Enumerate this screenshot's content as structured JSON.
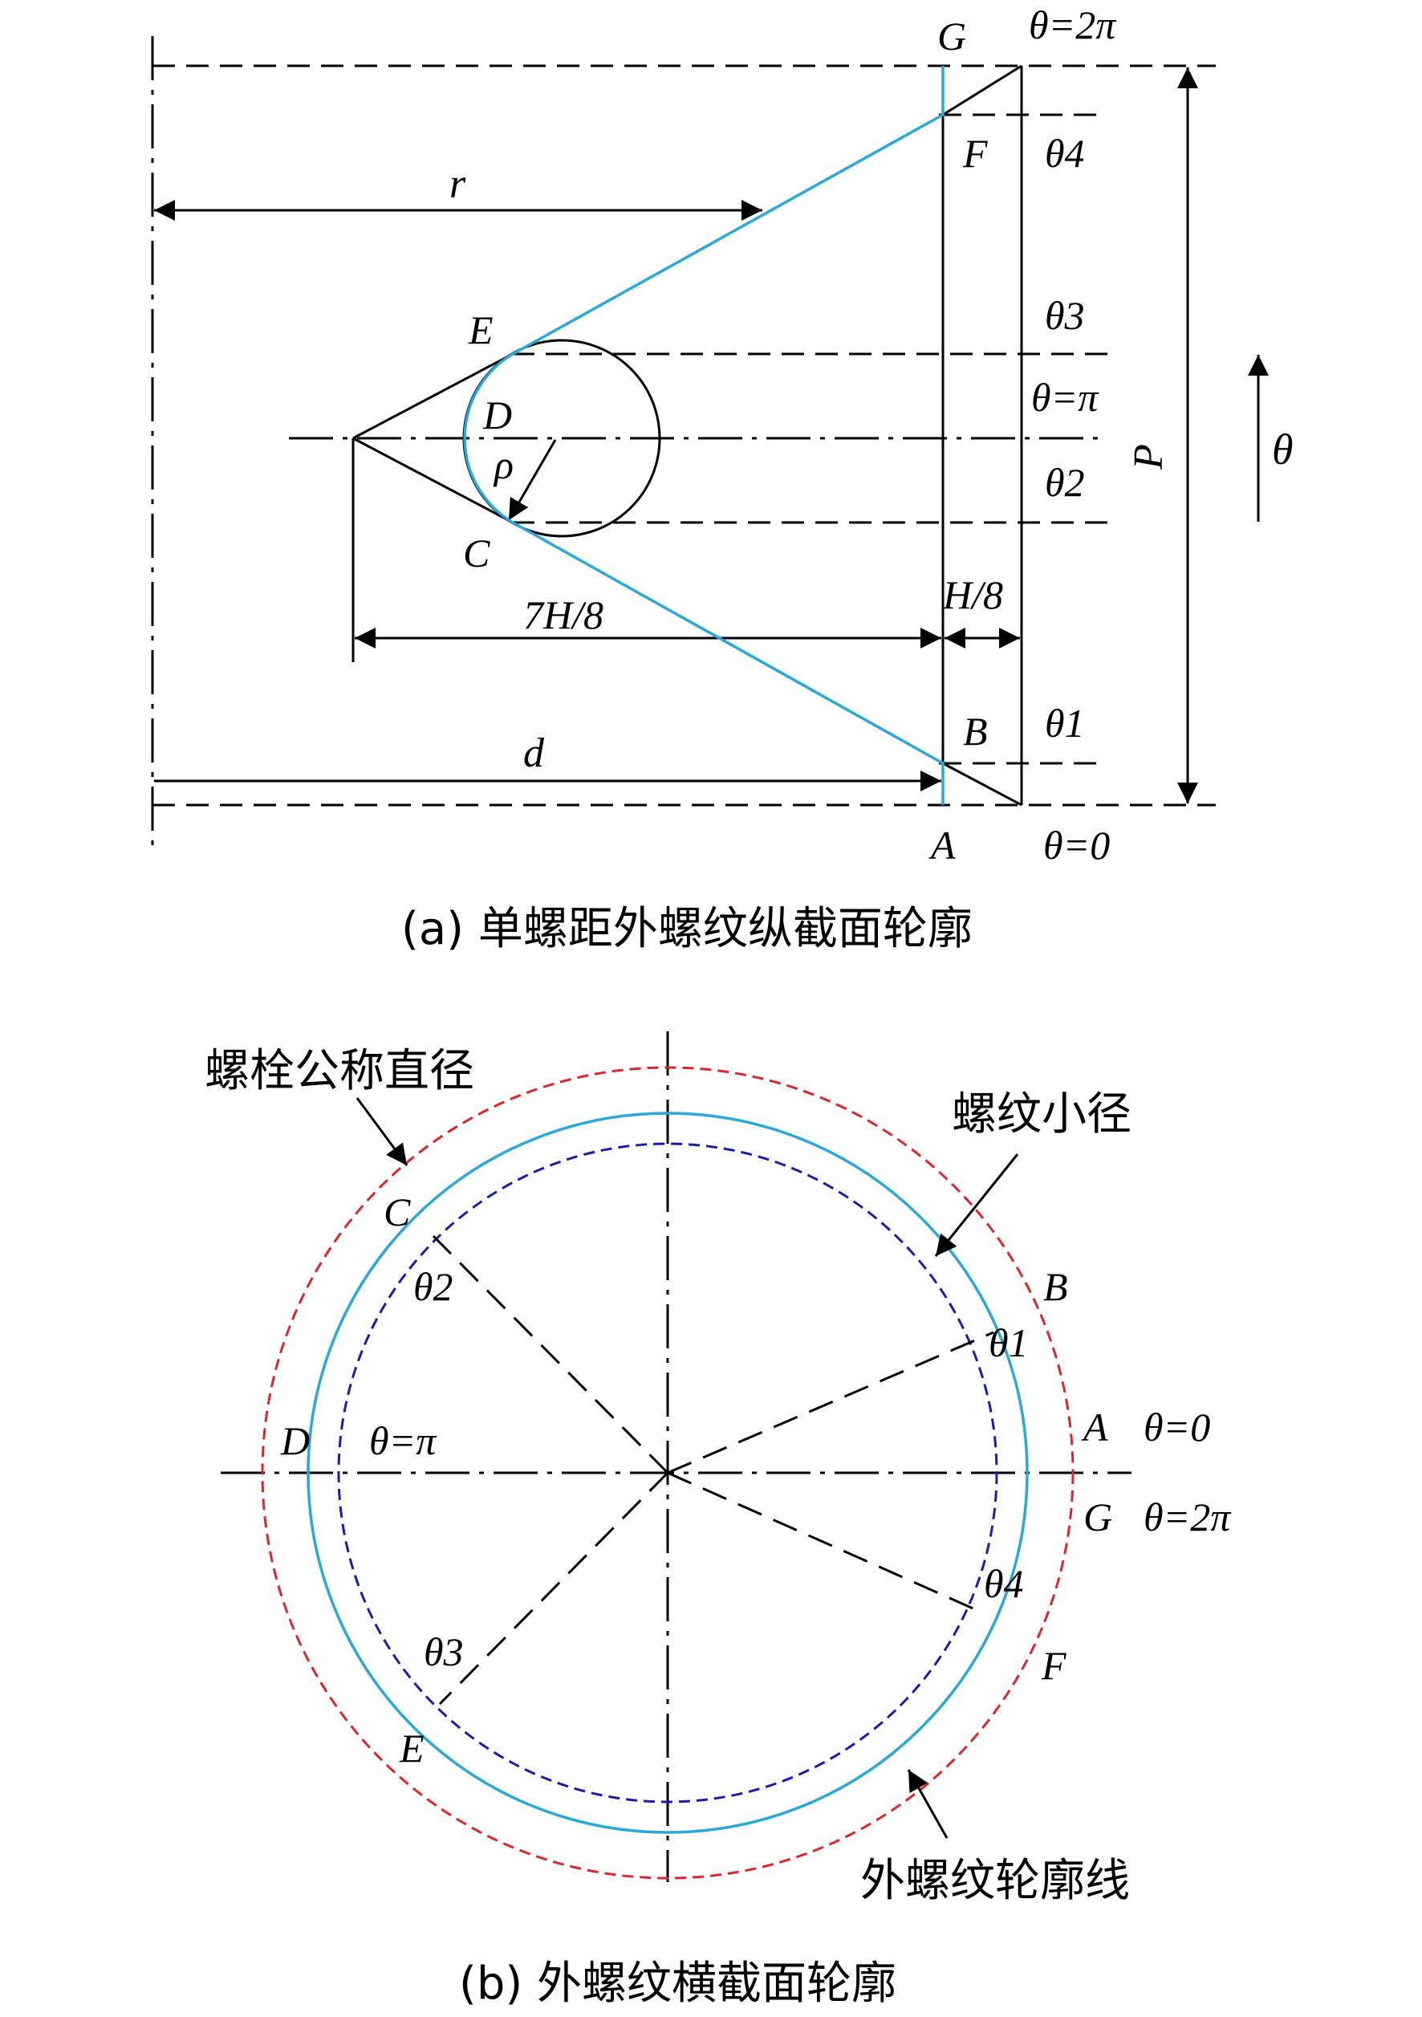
{
  "panel_a": {
    "caption": "(a) 单螺距外螺纹纵截面轮廓",
    "points": {
      "A": "A",
      "B": "B",
      "C": "C",
      "D": "D",
      "E": "E",
      "F": "F",
      "G": "G"
    },
    "dims": {
      "r": "r",
      "d": "d",
      "rho": "ρ",
      "seven_h": "7H/8",
      "h8": "H/8",
      "P": "P"
    },
    "angles": {
      "t0": "θ=0",
      "t1": "θ1",
      "t2": "θ2",
      "tpi": "θ=π",
      "t3": "θ3",
      "t4": "θ4",
      "t2pi": "θ=2π",
      "theta": "θ"
    }
  },
  "panel_b": {
    "caption": "(b) 外螺纹横截面轮廓",
    "nominal_diameter": "螺栓公称直径",
    "minor_diameter": "螺纹小径",
    "thread_profile": "外螺纹轮廓线",
    "points": {
      "A": "A",
      "B": "B",
      "C": "C",
      "D": "D",
      "E": "E",
      "F": "F",
      "G": "G"
    },
    "angles": {
      "t0": "θ=0",
      "t2pi": "θ=2π",
      "tpi": "θ=π",
      "t1": "θ1",
      "t2": "θ2",
      "t3": "θ3",
      "t4": "θ4"
    }
  },
  "colors": {
    "profile": "#2aa8dd",
    "nominal": "#e0242a",
    "minor": "#1a1ab5",
    "line": "#000000"
  }
}
